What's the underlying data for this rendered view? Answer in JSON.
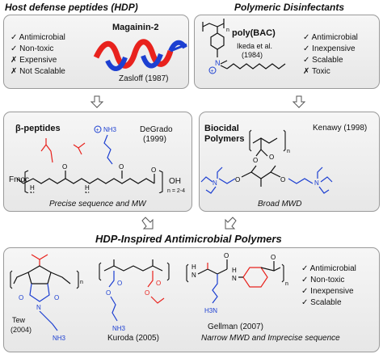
{
  "sections": {
    "hdp_title": "Host defense peptides (HDP)",
    "disinfectant_title": "Polymeric Disinfectants",
    "inspired_title": "HDP-Inspired Antimicrobial Polymers"
  },
  "magainin": {
    "name": "Magainin-2",
    "author": "Zasloff (1987)",
    "properties": [
      {
        "mark": "✓",
        "text": "Antimicrobial"
      },
      {
        "mark": "✓",
        "text": "Non-toxic"
      },
      {
        "mark": "✗",
        "text": "Expensive"
      },
      {
        "mark": "✗",
        "text": "Not Scalable"
      }
    ]
  },
  "pbac": {
    "name": "poly(BAC)",
    "author": "Ikeda et al.",
    "year": "(1984)",
    "properties": [
      {
        "mark": "✓",
        "text": "Antimicrobial"
      },
      {
        "mark": "✓",
        "text": "Inexpensive"
      },
      {
        "mark": "✓",
        "text": "Scalable"
      },
      {
        "mark": "✗",
        "text": "Toxic"
      }
    ]
  },
  "beta_peptides": {
    "name": "β-peptides",
    "author": "DeGrado",
    "year": "(1999)",
    "caption": "Precise sequence and MW",
    "fmoc": "Fmoc",
    "nh3": "NH3",
    "oh": "OH",
    "n_range": "n = 2-4"
  },
  "biocidal": {
    "name_line1": "Biocidal",
    "name_line2": "Polymers",
    "author": "Kenawy (1998)",
    "caption": "Broad MWD"
  },
  "inspired": {
    "tew": {
      "author": "Tew",
      "year": "(2004)"
    },
    "kuroda": "Kuroda (2005)",
    "gellman": "Gellman (2007)",
    "caption": "Narrow MWD and Imprecise sequence",
    "properties": [
      {
        "mark": "✓",
        "text": "Antimicrobial"
      },
      {
        "mark": "✓",
        "text": "Non-toxic"
      },
      {
        "mark": "✓",
        "text": "Inexpensive"
      },
      {
        "mark": "✓",
        "text": "Scalable"
      }
    ]
  },
  "colors": {
    "red": "#e8221d",
    "blue": "#1c3fd1",
    "panel_border": "#9a9a9a"
  }
}
